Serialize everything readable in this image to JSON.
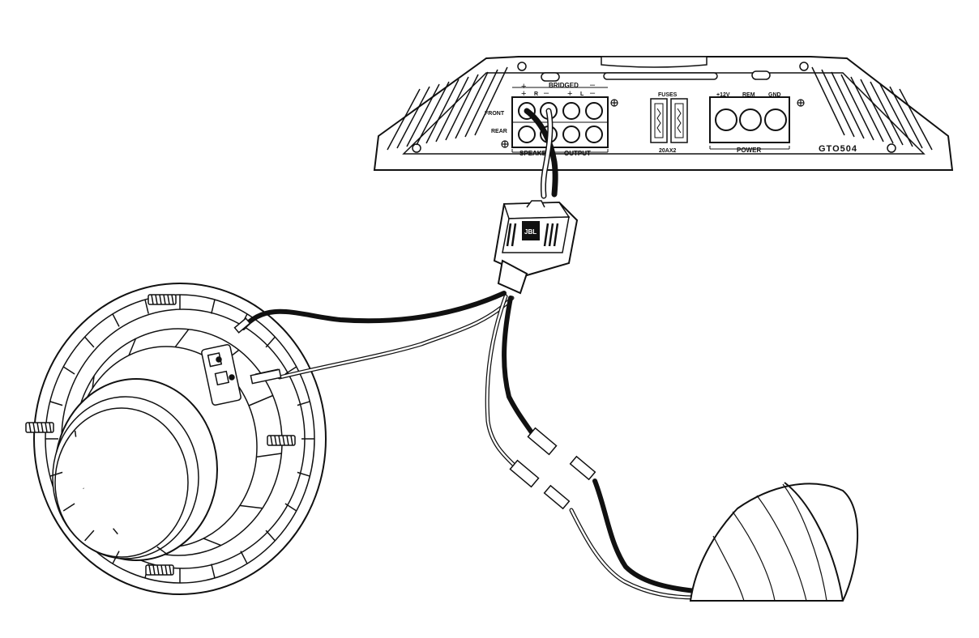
{
  "amplifier": {
    "model": "GTO504",
    "speaker_output": {
      "bridged_label": "BRIDGED",
      "bridged_plus": "+",
      "bridged_minus": "–",
      "r_plus": "+",
      "r_label": "R",
      "r_minus": "–",
      "l_plus": "+",
      "l_label": "L",
      "l_minus": "–",
      "front_label": "FRONT",
      "rear_label": "REAR",
      "section_label_left": "SPEAKE",
      "section_label_right": "OUTPUT"
    },
    "fuses": {
      "label": "FUSES",
      "rating": "20AX2"
    },
    "power": {
      "plus12v_label": "+12V",
      "rem_label": "REM",
      "gnd_label": "GND",
      "section_label": "POWER"
    }
  },
  "crossover": {
    "logo": "JBL"
  },
  "colors": {
    "line": "#111111",
    "background": "#ffffff",
    "wire_positive": "#111111",
    "wire_negative": "#ffffff"
  }
}
